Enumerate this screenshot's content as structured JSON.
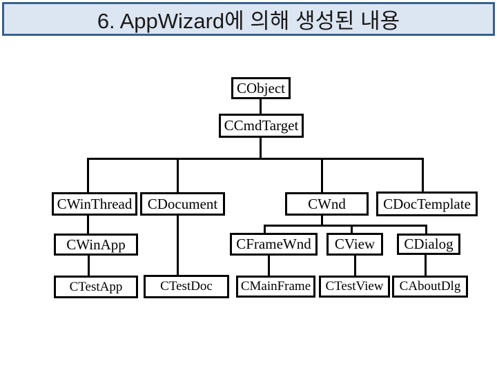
{
  "slide": {
    "title": "6. AppWizard에 의해 생성된 내용"
  },
  "colors": {
    "title_background": "#dce6f2",
    "title_border": "#365f91",
    "title_text": "#1a1a1a",
    "node_background": "#ffffff",
    "node_border": "#000000",
    "connector": "#000000",
    "page_background": "#ffffff"
  },
  "diagram": {
    "type": "class-hierarchy-tree",
    "nodes": [
      {
        "id": "cobject",
        "label": "CObject"
      },
      {
        "id": "ccmdtarget",
        "label": "CCmdTarget"
      },
      {
        "id": "cwinthread",
        "label": "CWinThread"
      },
      {
        "id": "cdocument",
        "label": "CDocument"
      },
      {
        "id": "cwnd",
        "label": "CWnd"
      },
      {
        "id": "cdoctemplate",
        "label": "CDocTemplate"
      },
      {
        "id": "cwinapp",
        "label": "CWinApp"
      },
      {
        "id": "cframewnd",
        "label": "CFrameWnd"
      },
      {
        "id": "cview",
        "label": "CView"
      },
      {
        "id": "cdialog",
        "label": "CDialog"
      },
      {
        "id": "ctestapp",
        "label": "CTestApp"
      },
      {
        "id": "ctestdoc",
        "label": "CTestDoc"
      },
      {
        "id": "cmainframe",
        "label": "CMainFrame"
      },
      {
        "id": "ctestview",
        "label": "CTestView"
      },
      {
        "id": "caboutdlg",
        "label": "CAboutDlg"
      }
    ],
    "edges": [
      [
        "CObject",
        "CCmdTarget"
      ],
      [
        "CCmdTarget",
        "CWinThread"
      ],
      [
        "CCmdTarget",
        "CDocument"
      ],
      [
        "CCmdTarget",
        "CWnd"
      ],
      [
        "CCmdTarget",
        "CDocTemplate"
      ],
      [
        "CWinThread",
        "CWinApp"
      ],
      [
        "CWinApp",
        "CTestApp"
      ],
      [
        "CDocument",
        "CTestDoc"
      ],
      [
        "CWnd",
        "CFrameWnd"
      ],
      [
        "CWnd",
        "CView"
      ],
      [
        "CWnd",
        "CDialog"
      ],
      [
        "CFrameWnd",
        "CMainFrame"
      ],
      [
        "CView",
        "CTestView"
      ],
      [
        "CDialog",
        "CAboutDlg"
      ]
    ]
  }
}
